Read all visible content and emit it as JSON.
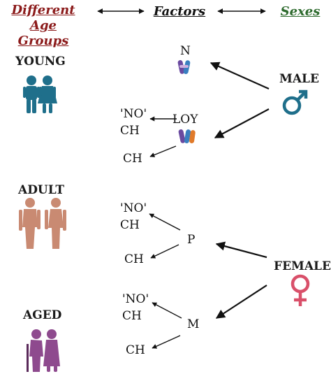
{
  "headers": {
    "age_groups_line1": "Different Age",
    "age_groups_line2": "Groups",
    "factors": "Factors",
    "sexes": "Sexes"
  },
  "age_groups": {
    "young": "YOUNG",
    "adult": "ADULT",
    "aged": "AGED"
  },
  "sexes": {
    "male": "MALE",
    "female": "FEMALE"
  },
  "factors": {
    "n": "N",
    "loy": "LOY",
    "p": "P",
    "m": "M"
  },
  "outcomes": {
    "no": "'NO'",
    "ch": "CH"
  },
  "colors": {
    "age_header": "#8b1a1a",
    "factor_header": "#111111",
    "sex_header": "#2e6b2e",
    "young_figure": "#1f6f8b",
    "adult_figure": "#c98a72",
    "aged_figure": "#8e4a8e",
    "male_symbol": "#1f6f8b",
    "female_symbol": "#d9506a",
    "chromosome_purple": "#6a4aa0",
    "chromosome_blue": "#3a7fc0",
    "chromosome_orange": "#e07a2a"
  },
  "icons": [
    "young-couple-icon",
    "adult-couple-icon",
    "elderly-couple-icon",
    "male-symbol-icon",
    "female-symbol-icon",
    "chromosome-icon"
  ]
}
